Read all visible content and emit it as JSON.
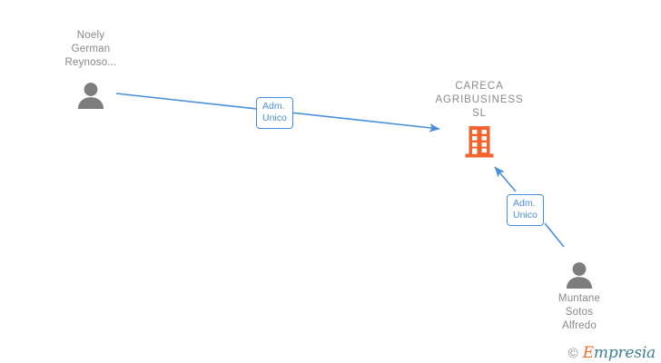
{
  "graph": {
    "title": "CARECA AGRIBUSINESS SL company relations graph",
    "colors": {
      "edge": "#4a8fdd",
      "badge_border": "#4a8fdd",
      "badge_text": "#4a8fdd",
      "badge_bg": "#ffffff",
      "person_icon": "#7d7d7d",
      "company_icon": "#f4622e",
      "label_text": "#878787",
      "background": "#ffffff"
    },
    "nodes": [
      {
        "id": "person-noely-german-reynoso",
        "type": "person",
        "label": "Noely\nGerman\nReynoso...",
        "icon": "person-icon",
        "label_position": "above"
      },
      {
        "id": "company-careca-agribusiness-sl",
        "type": "company",
        "label": "CARECA\nAGRIBUSINESS\nSL",
        "icon": "building-icon",
        "label_position": "above"
      },
      {
        "id": "person-muntane-sotos-alfredo",
        "type": "person",
        "label": "Muntane\nSotos\nAlfredo",
        "icon": "person-icon",
        "label_position": "below"
      }
    ],
    "edges": [
      {
        "id": "edge-noely-to-careca",
        "from": "person-noely-german-reynoso",
        "to": "company-careca-agribusiness-sl",
        "badge": "Adm.\nUnico",
        "direction": "to-company"
      },
      {
        "id": "edge-muntane-to-careca",
        "from": "person-muntane-sotos-alfredo",
        "to": "company-careca-agribusiness-sl",
        "badge": "Adm.\nUnico",
        "direction": "to-company"
      }
    ]
  },
  "watermark": {
    "copyright": "©",
    "brand_first": "E",
    "brand_rest": "mpresia"
  }
}
